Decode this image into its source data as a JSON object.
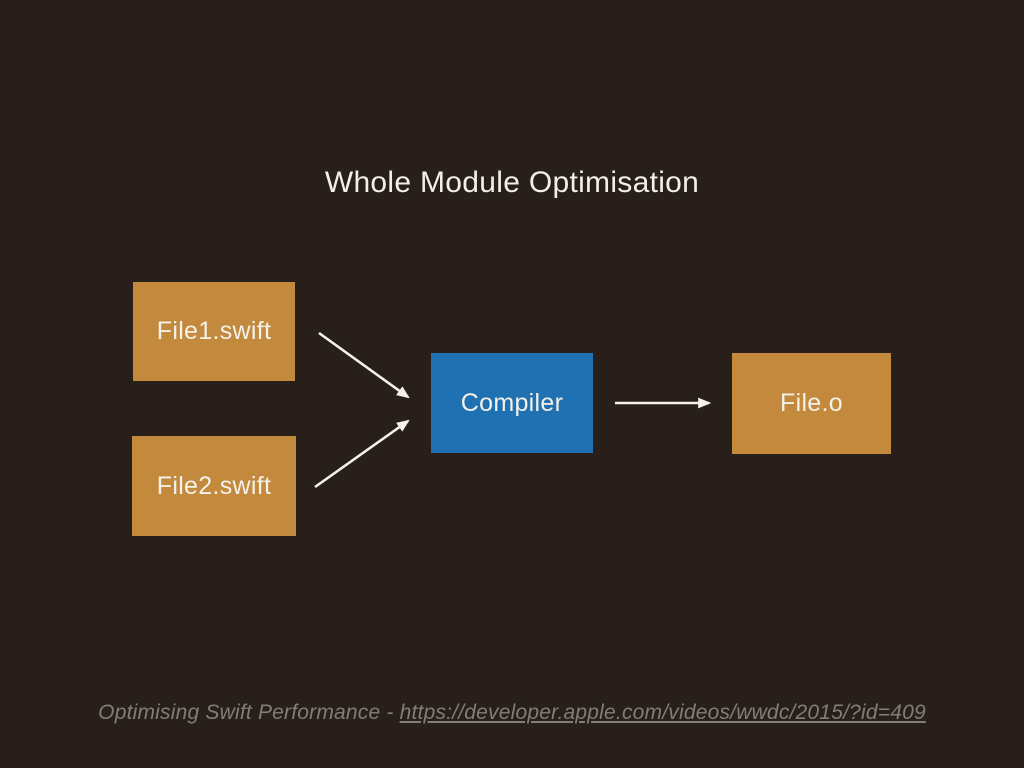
{
  "slide": {
    "title": "Whole Module Optimisation",
    "colors": {
      "background": "#281F1A",
      "title_text": "#F2EEE8",
      "node_text": "#F4F0EA",
      "node_orange": "#C38A3E",
      "node_blue": "#2071B1",
      "arrow": "#F5F2EE",
      "footer_text": "#847C76"
    },
    "footer": {
      "prefix": "Optimising Swift Performance - ",
      "link_text": "https://developer.apple.com/videos/wwdc/2015/?id=409"
    }
  },
  "diagram": {
    "nodes": [
      {
        "id": "file1",
        "label": "File1.swift",
        "fill": "#C38A3E"
      },
      {
        "id": "file2",
        "label": "File2.swift",
        "fill": "#C38A3E"
      },
      {
        "id": "compiler",
        "label": "Compiler",
        "fill": "#2071B1"
      },
      {
        "id": "fileo",
        "label": "File.o",
        "fill": "#C38A3E"
      }
    ],
    "edges": [
      {
        "from": "file1",
        "to": "compiler"
      },
      {
        "from": "file2",
        "to": "compiler"
      },
      {
        "from": "compiler",
        "to": "fileo"
      }
    ]
  }
}
